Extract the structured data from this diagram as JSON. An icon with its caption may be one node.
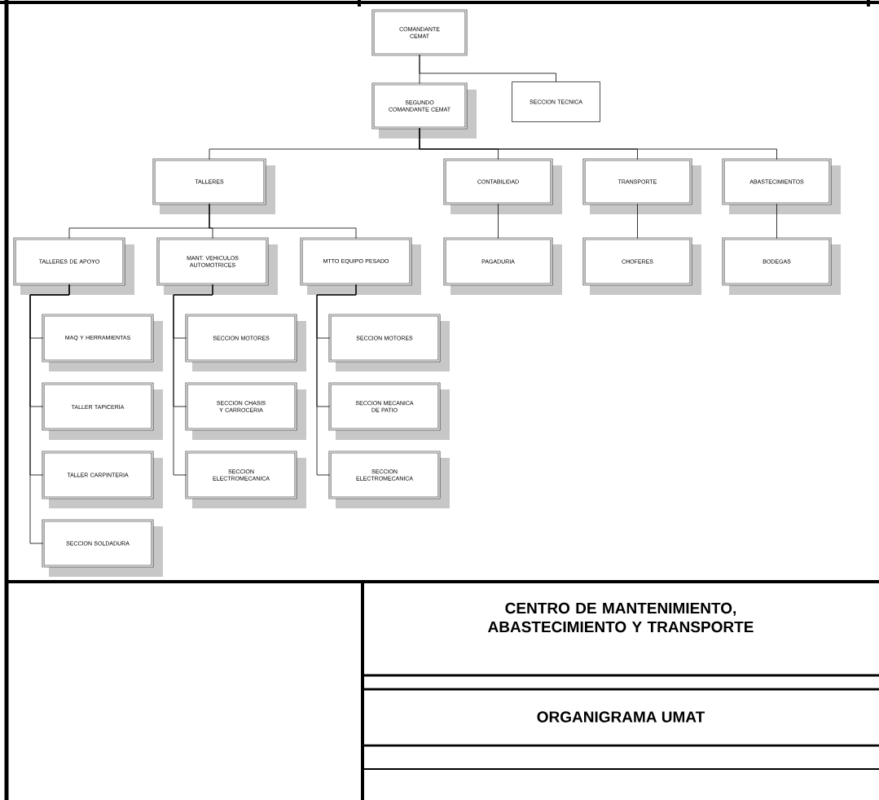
{
  "diagram": {
    "title": "CENTRO DE MANTENIMIENTO, ABASTECIMIENTO Y TRANSPORTE",
    "nodes": [
      {
        "text": [
          "COMANDANTE CEMAT"
        ]
      },
      {
        "text": [
          "SEGUNDO COMANDANTE CEMAT"
        ]
      },
      {
        "text": [
          "SECCION TECNICA"
        ]
      },
      {
        "text": [
          "TALLERES"
        ]
      },
      {
        "text": [
          "CONTABILIDAD"
        ]
      },
      {
        "text": [
          "TRANSPORTE"
        ]
      },
      {
        "text": [
          "ABASTECIMIENTOS"
        ]
      },
      {
        "text": [
          "TALLERES DE APOYO"
        ]
      },
      {
        "text": [
          "MANT. VEHICULOS AUTOMOTRICES"
        ]
      },
      {
        "text": [
          "MTTO EQUIPO PESADO"
        ]
      },
      {
        "text": [
          "PAGADURIA"
        ]
      },
      {
        "text": [
          "CHOFERES"
        ]
      },
      {
        "text": [
          "BODEGAS"
        ]
      },
      {
        "text": [
          "MAQ Y HERRAMIENTAS"
        ]
      },
      {
        "text": [
          "TALLER TAPICERÍA"
        ]
      },
      {
        "text": [
          "TALLER CARPINTERIA"
        ]
      },
      {
        "text": [
          "SECCION SOLDADURA"
        ]
      },
      {
        "text": [
          "SECCION MOTORES"
        ]
      },
      {
        "text": [
          "SECCION CHASIS Y CARROCERIA"
        ]
      },
      {
        "text": [
          "SECCION ELECTROMECANICA"
        ]
      },
      {
        "text": [
          "SECCION MOTORES"
        ]
      },
      {
        "text": [
          "SECCION MECANICA DE PATIO"
        ]
      },
      {
        "text": [
          "SECCION ELECTROMECANICA"
        ]
      }
    ],
    "edges": [
      {
        "from": 0,
        "to": 1,
        "arrow": "none"
      },
      {
        "from": 0,
        "to": 2,
        "arrow": "none"
      },
      {
        "from": 1,
        "to": 3,
        "arrow": "none"
      },
      {
        "from": 1,
        "to": 4,
        "arrow": "none"
      },
      {
        "from": 1,
        "to": 5,
        "arrow": "none"
      },
      {
        "from": 1,
        "to": 6,
        "arrow": "none"
      },
      {
        "from": 3,
        "to": 7,
        "arrow": "none"
      },
      {
        "from": 3,
        "to": 8,
        "arrow": "none"
      },
      {
        "from": 3,
        "to": 9,
        "arrow": "none"
      },
      {
        "from": 4,
        "to": 10,
        "arrow": "none"
      },
      {
        "from": 5,
        "to": 11,
        "arrow": "none"
      },
      {
        "from": 6,
        "to": 12,
        "arrow": "none"
      },
      {
        "from": 7,
        "to": 13,
        "arrow": "none"
      },
      {
        "from": 7,
        "to": 14,
        "arrow": "none"
      },
      {
        "from": 7,
        "to": 15,
        "arrow": "none"
      },
      {
        "from": 7,
        "to": 16,
        "arrow": "none"
      },
      {
        "from": 8,
        "to": 17,
        "arrow": "none"
      },
      {
        "from": 8,
        "to": 18,
        "arrow": "none"
      },
      {
        "from": 8,
        "to": 19,
        "arrow": "none"
      },
      {
        "from": 9,
        "to": 20,
        "arrow": "none"
      },
      {
        "from": 9,
        "to": 21,
        "arrow": "none"
      },
      {
        "from": 9,
        "to": 22,
        "arrow": "none"
      }
    ],
    "labels": [
      "ORGANIGRAMA UMAT"
    ]
  }
}
